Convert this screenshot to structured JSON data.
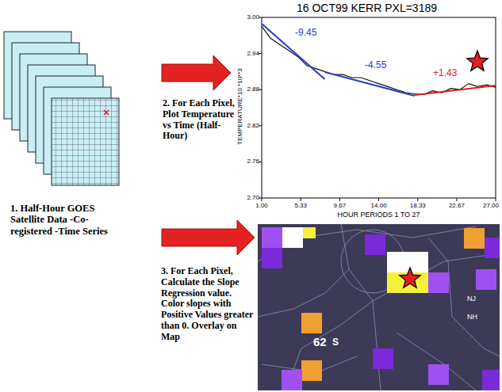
{
  "diagram": {
    "nodes": [
      {
        "text": [
          "1. Half-Hour GOES Satellite Data -Co-registered -Time Series"
        ]
      },
      {
        "text": [
          "16 OCT99 KERR PXL=3189"
        ]
      },
      {
        "text": [
          "62",
          "S",
          "NJ",
          "NH"
        ]
      }
    ],
    "edges": [
      {
        "from": 0,
        "to": 1,
        "arrow": "to"
      },
      {
        "from": 0,
        "to": 2,
        "arrow": "to"
      }
    ],
    "labels": [
      "2. For Each Pixel, Plot Temperature vs Time (Half-Hour)",
      "3. For Each Pixel, Calculate the Slope Regression value. Color slopes with Positive Values greater than 0. Overlay on Map",
      "-9.45",
      "-4.55",
      "+1.43",
      "TEMPERATURE*10 *10**3",
      "3.00",
      "2.94",
      "2.88",
      "2.82",
      "2.76",
      "2.70",
      "1.00",
      "5.33",
      "9.67",
      "14.00",
      "18.33",
      "22.67",
      "27.00",
      "HOUR PERIODS 1 TO 27"
    ]
  }
}
